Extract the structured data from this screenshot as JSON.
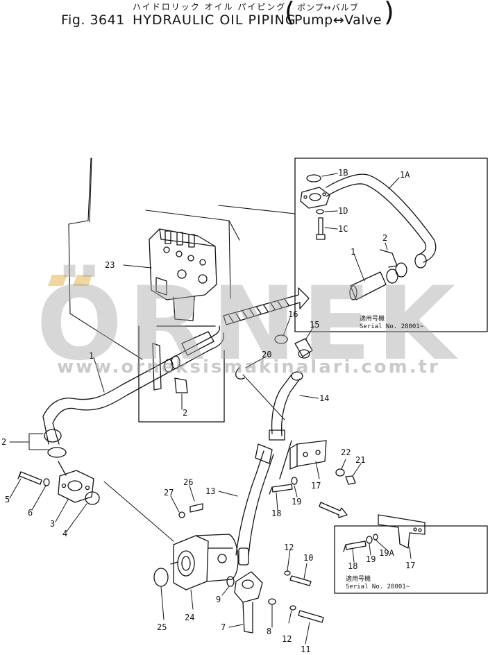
{
  "header": {
    "fig_number": "Fig. 3641",
    "title_jp": "ハイドロリック オイル パイピング",
    "title_en": "HYDRAULIC OIL PIPING",
    "subtitle_jp": "ポンプ↔バルブ",
    "subtitle_en": "Pump↔Valve"
  },
  "watermark": {
    "brand": "ÖRNEK",
    "url": "www.orneksismakinalari.com.tr"
  },
  "inset_top_right": {
    "serial_jp": "適用号機",
    "serial_en": "Serial  No. 28001~"
  },
  "inset_bottom_right": {
    "serial_jp": "適用号機",
    "serial_en": "Serial  No. 28001~"
  },
  "callouts": [
    {
      "id": "1B",
      "text": "1B"
    },
    {
      "id": "1A",
      "text": "1A"
    },
    {
      "id": "1D",
      "text": "1D"
    },
    {
      "id": "1C",
      "text": "1C"
    },
    {
      "id": "2-inset-top",
      "text": "2"
    },
    {
      "id": "1-inset-top",
      "text": "1"
    },
    {
      "id": "23",
      "text": "23"
    },
    {
      "id": "16",
      "text": "16"
    },
    {
      "id": "15",
      "text": "15"
    },
    {
      "id": "20",
      "text": "20"
    },
    {
      "id": "14",
      "text": "14"
    },
    {
      "id": "1-main",
      "text": "1"
    },
    {
      "id": "2-center",
      "text": "2"
    },
    {
      "id": "2-left",
      "text": "2"
    },
    {
      "id": "5",
      "text": "5"
    },
    {
      "id": "6",
      "text": "6"
    },
    {
      "id": "3",
      "text": "3"
    },
    {
      "id": "4",
      "text": "4"
    },
    {
      "id": "26",
      "text": "26"
    },
    {
      "id": "27",
      "text": "27"
    },
    {
      "id": "13",
      "text": "13"
    },
    {
      "id": "22",
      "text": "22"
    },
    {
      "id": "21",
      "text": "21"
    },
    {
      "id": "17-main",
      "text": "17"
    },
    {
      "id": "19-main",
      "text": "19"
    },
    {
      "id": "18-main",
      "text": "18"
    },
    {
      "id": "18-inset",
      "text": "18"
    },
    {
      "id": "19-inset",
      "text": "19"
    },
    {
      "id": "19A",
      "text": "19A"
    },
    {
      "id": "17-inset",
      "text": "17"
    },
    {
      "id": "12-top",
      "text": "12"
    },
    {
      "id": "10",
      "text": "10"
    },
    {
      "id": "9",
      "text": "9"
    },
    {
      "id": "25",
      "text": "25"
    },
    {
      "id": "24",
      "text": "24"
    },
    {
      "id": "7",
      "text": "7"
    },
    {
      "id": "8",
      "text": "8"
    },
    {
      "id": "12-bottom",
      "text": "12"
    },
    {
      "id": "11",
      "text": "11"
    }
  ]
}
